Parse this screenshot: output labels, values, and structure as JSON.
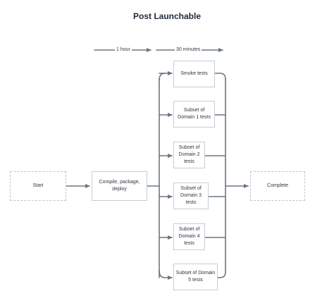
{
  "title": "Post Launchable",
  "legend": {
    "first": "1 hour",
    "second": "30 minutes"
  },
  "nodes": {
    "start": "Start",
    "compile": "Compile, package, deploy",
    "smoke": "Smoke tests",
    "domain1": "Subset of Domain 1 tests",
    "domain2": "Subset of Domain 2 tests",
    "domain3": "Subset of Domain 3 tests",
    "domain4": "Subset of Domain 4 tests",
    "domain5": "Subset of Domain 5 tests",
    "complete": "Complete"
  },
  "colors": {
    "connector": "#6b7684",
    "box_border": "#c7ccd3"
  }
}
